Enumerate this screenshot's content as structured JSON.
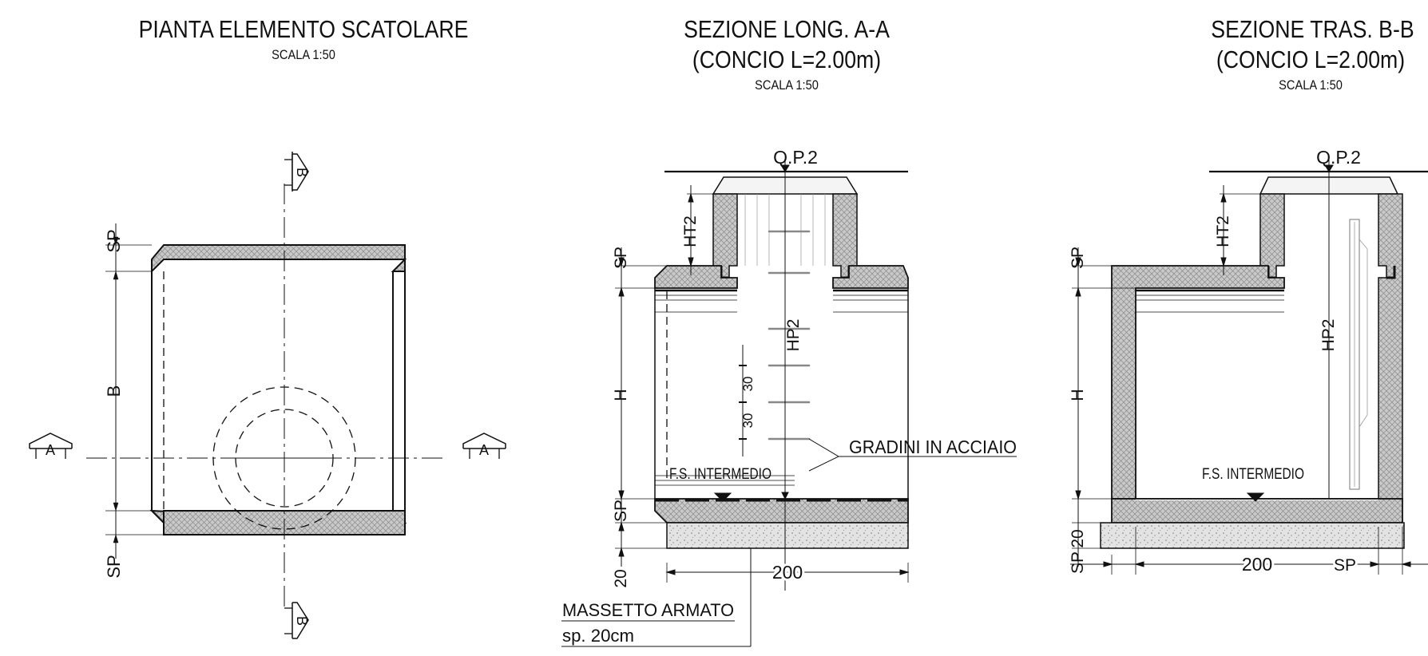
{
  "views": {
    "plan": {
      "title": "PIANTA  ELEMENTO SCATOLARE",
      "scale": "SCALA 1:50",
      "dims": {
        "sp_top": "SP",
        "b": "B",
        "sp_bottom": "SP"
      },
      "section_marks": {
        "a": "A",
        "b": "B"
      }
    },
    "long_section": {
      "title_line1": "SEZIONE LONG. A-A",
      "title_line2": "(CONCIO L=2.00m)",
      "scale": "SCALA 1:50",
      "qp": "Q.P.2",
      "dims": {
        "sp_top": "SP",
        "ht2": "HT2",
        "h": "H",
        "sp_bottom": "SP",
        "base": "20",
        "hp2": "HP2",
        "step_a": "30",
        "step_b": "30",
        "width": "200"
      },
      "labels": {
        "gradini": "GRADINI IN ACCIAIO",
        "fs": "F.S. INTERMEDIO",
        "massetto_1": "MASSETTO ARMATO",
        "massetto_2": "sp. 20cm"
      }
    },
    "cross_section": {
      "title_line1": "SEZIONE TRAS. B-B",
      "title_line2": "(CONCIO L=2.00m)",
      "scale": "SCALA 1:50",
      "qp": "Q.P.2",
      "dims": {
        "sp_top": "SP",
        "ht2": "HT2",
        "h": "H",
        "sp_bottom": "SP",
        "base": "20",
        "hp2": "HP2",
        "width": "200",
        "sp_right": "SP"
      },
      "labels": {
        "fs": "F.S. INTERMEDIO"
      }
    }
  }
}
